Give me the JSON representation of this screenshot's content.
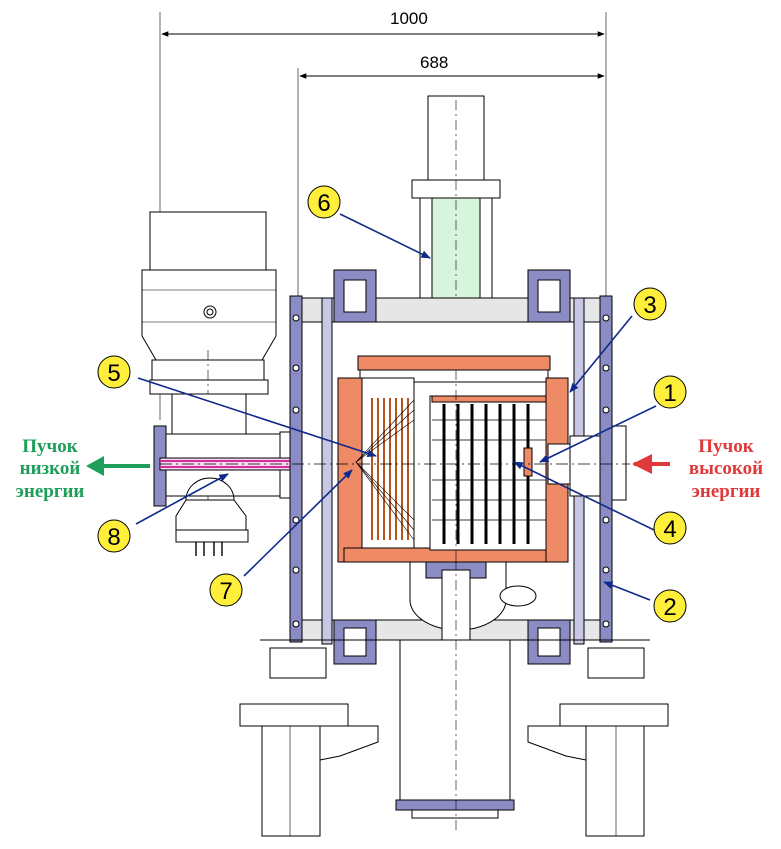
{
  "dimensions": {
    "overall": "1000",
    "chamber": "688"
  },
  "labels": {
    "low_beam": [
      "Пучок",
      "низкой",
      "энергии"
    ],
    "high_beam": [
      "Пучок",
      "высокой",
      "энергии"
    ]
  },
  "callouts": [
    "1",
    "2",
    "3",
    "4",
    "5",
    "6",
    "7",
    "8"
  ],
  "colors": {
    "flange": "#8c8cc4",
    "copper": "#ee8a66",
    "drift_tube": "#d7f5dc",
    "callout_fill": "#ffef3a",
    "leader": "#102a8c",
    "low_beam": "#1f9e5a",
    "high_beam": "#e0393b"
  }
}
